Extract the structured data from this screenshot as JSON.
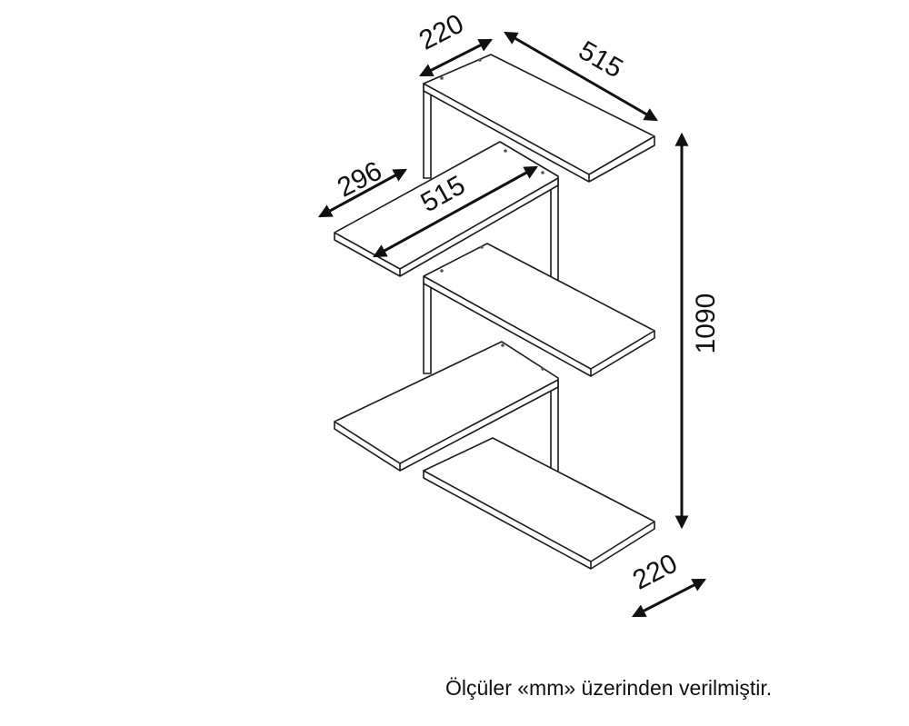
{
  "dimensions": {
    "top_depth": "220",
    "top_length": "515",
    "mid_depth": "296",
    "mid_length": "515",
    "height": "1090",
    "bottom_depth": "220"
  },
  "footer": {
    "note": "Ölçüler «mm» üzerinden verilmiştir."
  }
}
